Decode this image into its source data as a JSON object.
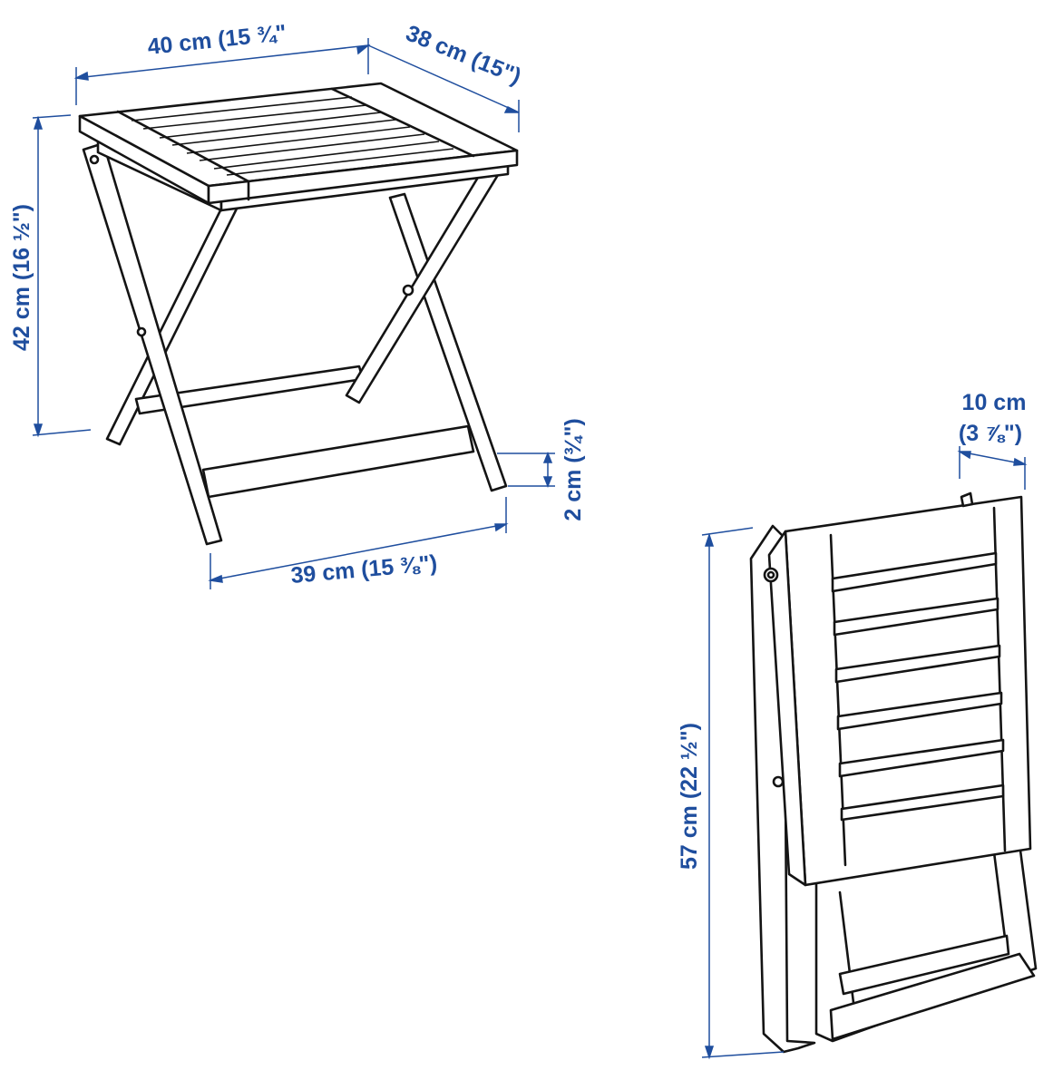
{
  "colors": {
    "dimension": "#1f4e9e",
    "line": "#141414",
    "background": "#ffffff"
  },
  "unfolded_stool": {
    "width_label": "40 cm (15 ¾\"",
    "depth_label": "38 cm (15\")",
    "height_label": "42 cm (16 ½\")",
    "foot_clearance_label": "2 cm (¾\")",
    "base_width_label": "39 cm (15 ⅜\")"
  },
  "folded_stool": {
    "thickness_label_line1": "10 cm",
    "thickness_label_line2": "(3 ⅞\")",
    "height_label": "57 cm (22 ½\")"
  }
}
